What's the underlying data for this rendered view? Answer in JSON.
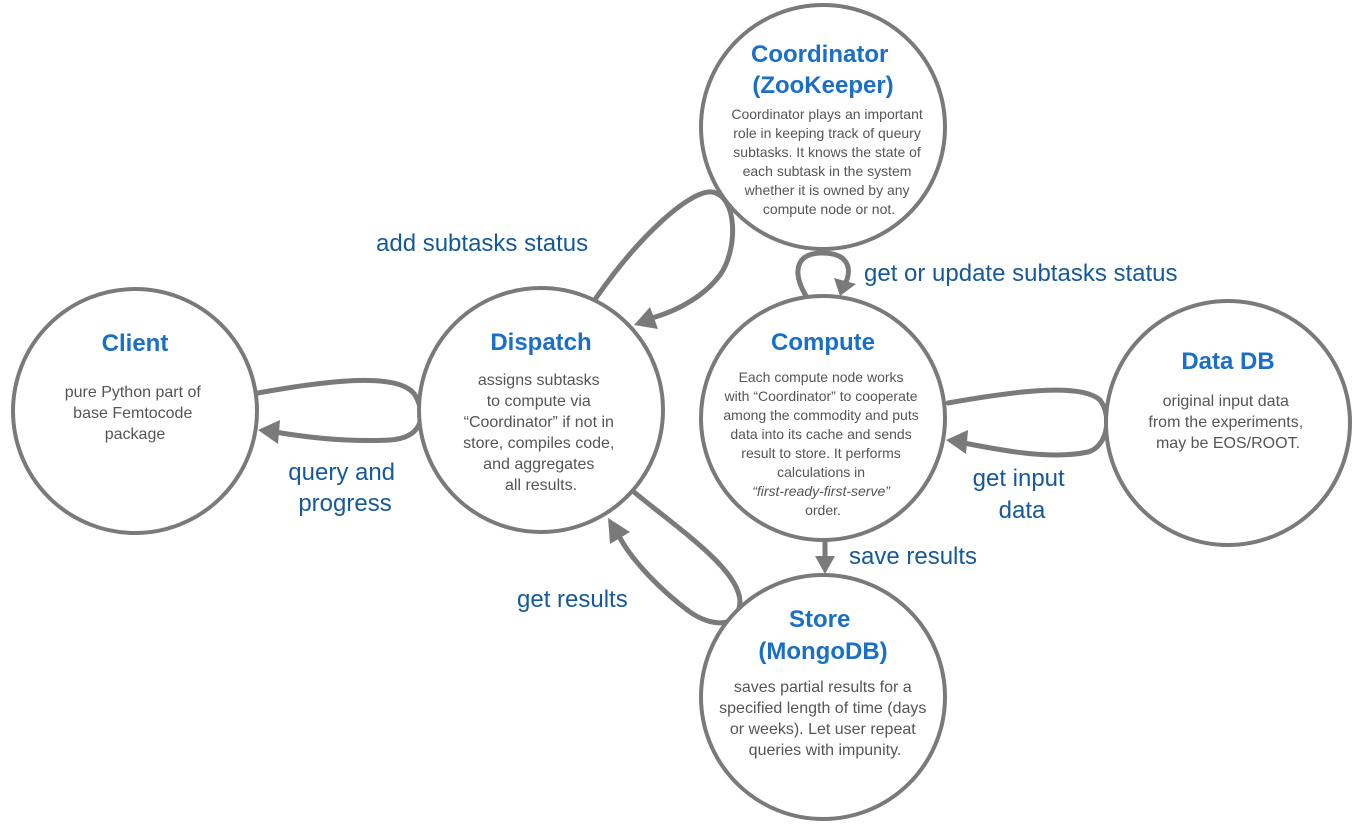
{
  "nodes": {
    "client": {
      "title": [
        "Client"
      ],
      "desc": [
        "pure Python part of",
        "base Femtocode",
        "package"
      ]
    },
    "dispatch": {
      "title": [
        "Dispatch"
      ],
      "desc": [
        "assigns subtasks",
        "to compute via",
        "“Coordinator” if not in",
        "store, compiles code,",
        "and aggregates",
        "all results."
      ]
    },
    "coordinator": {
      "title": [
        "Coordinator",
        "(ZooKeeper)"
      ],
      "desc": [
        "Coordinator plays an important",
        "role in keeping track of queury",
        "subtasks. It knows the state of",
        "each subtask in the system",
        "whether it is owned by any",
        "compute node or not."
      ]
    },
    "compute": {
      "title": [
        "Compute"
      ],
      "desc": [
        "Each compute node works",
        "with “Coordinator” to cooperate",
        "among the commodity and puts",
        "data into its cache and sends",
        "result to store. It performs",
        "calculations in",
        "“first-ready-first-serve”",
        "order."
      ]
    },
    "datadb": {
      "title": [
        "Data DB"
      ],
      "desc": [
        "original input data",
        "from the experiments,",
        "may be EOS/ROOT."
      ]
    },
    "store": {
      "title": [
        "Store",
        "(MongoDB)"
      ],
      "desc": [
        "saves partial results for a",
        "specified length of time (days",
        "or weeks). Let user repeat",
        "queries  with impunity."
      ]
    }
  },
  "edges": {
    "query_progress": [
      "query and",
      "progress"
    ],
    "add_subtasks": [
      "add subtasks status"
    ],
    "get_update": [
      "get or update subtasks status"
    ],
    "get_input": [
      "get input",
      "data"
    ],
    "save_results": [
      "save results"
    ],
    "get_results": [
      "get results"
    ]
  },
  "colors": {
    "title": "#1a6fc7",
    "edge_label": "#15599b",
    "line": "#7a7a7a",
    "desc": "#555555"
  }
}
